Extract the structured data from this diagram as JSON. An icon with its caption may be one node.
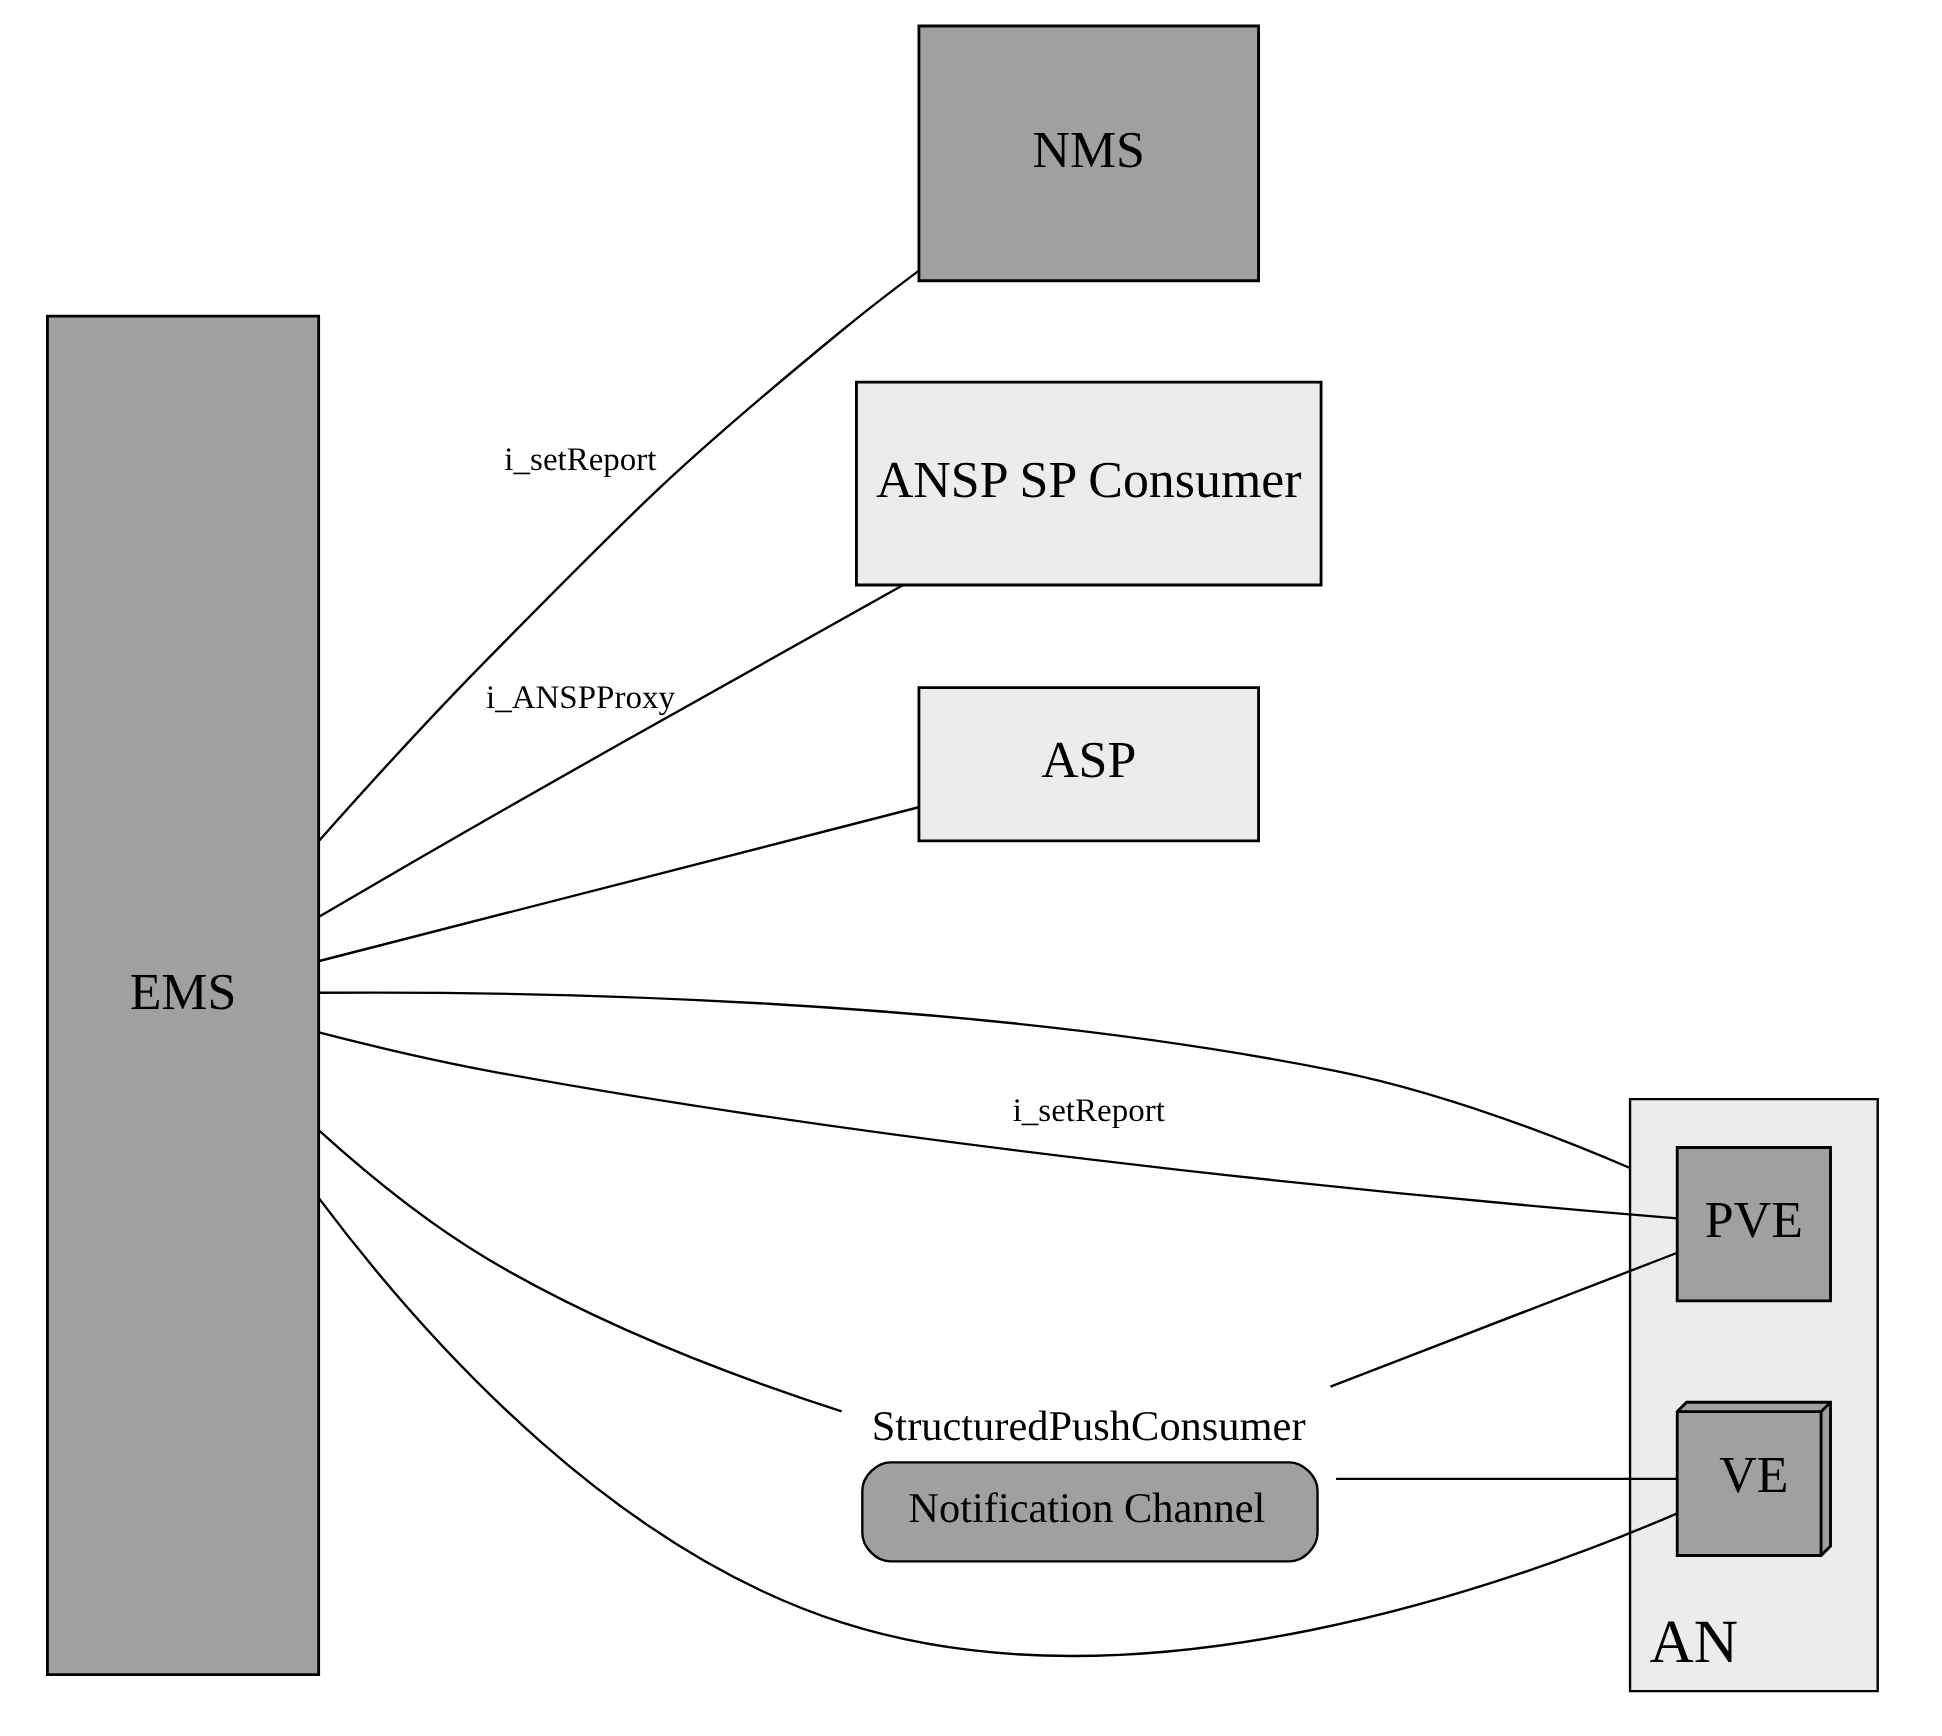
{
  "diagram": {
    "nodes": [
      {
        "text": [
          "EMS"
        ]
      },
      {
        "text": [
          "NMS"
        ]
      },
      {
        "text": [
          "ANSP SP Consumer"
        ]
      },
      {
        "text": [
          "ASP"
        ]
      },
      {
        "text": [
          "Notification Channel"
        ],
        "beside": [
          "StructuredPushConsumer"
        ]
      },
      {
        "text": [
          "AN"
        ]
      },
      {
        "text": [
          "PVE"
        ],
        "in": 5
      },
      {
        "text": [
          "VE"
        ],
        "in": 5
      }
    ],
    "edges": [
      {
        "from": 0,
        "to": 1,
        "arrow": "none",
        "label": "i_setReport"
      },
      {
        "from": 0,
        "to": 2,
        "arrow": "none",
        "label": "i_ANSPProxy"
      },
      {
        "from": 0,
        "to": 3,
        "arrow": "none"
      },
      {
        "from": 0,
        "to": 4,
        "arrow": "none"
      },
      {
        "from": 4,
        "to": 6,
        "arrow": "none"
      },
      {
        "from": 4,
        "to": 7,
        "arrow": "none"
      },
      {
        "from": 0,
        "to": 6,
        "arrow": "none",
        "label": "i_setReport"
      },
      {
        "from": 0,
        "to": 7,
        "arrow": "none"
      },
      {
        "from": 0,
        "to": 5,
        "arrow": "none"
      }
    ]
  }
}
